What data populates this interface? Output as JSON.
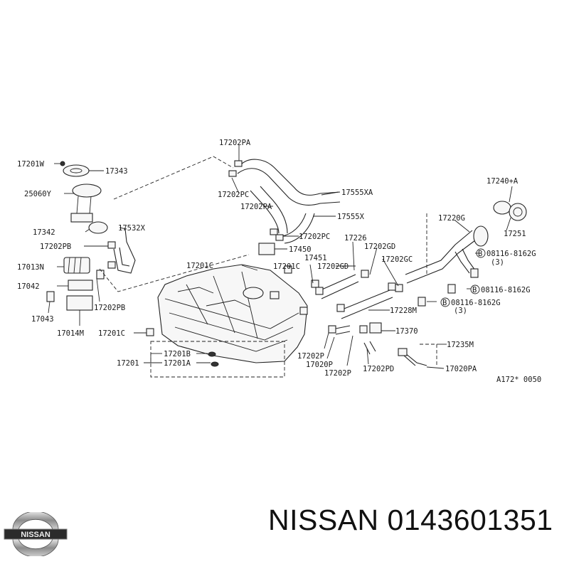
{
  "labels": [
    "17202PA",
    "17201W",
    "17343",
    "25060Y",
    "17202PC",
    "17555XA",
    "17202PA",
    "17555X",
    "17342",
    "17532X",
    "17202PC",
    "17202PB",
    "17226",
    "17202GD",
    "17450",
    "17013N",
    "17451",
    "17202GC",
    "17201C",
    "17201C",
    "17202GD",
    "17042",
    "17202PB",
    "17228M",
    "17043",
    "17014M",
    "17201C",
    "17370",
    "17235M",
    "17201B",
    "17201",
    "17201A",
    "17202P",
    "17020P",
    "17202P",
    "17202PD",
    "17020PA",
    "17240+A",
    "17220G",
    "17251",
    "08116-8162G",
    "(3)",
    "08116-8162G",
    "08116-8162G",
    "(3)"
  ],
  "bolt_marks": [
    "B",
    "B",
    "B"
  ],
  "ref_code": "A172* 0050",
  "brand": {
    "logo_text": "NISSAN",
    "part_line": "NISSAN 0143601351"
  }
}
